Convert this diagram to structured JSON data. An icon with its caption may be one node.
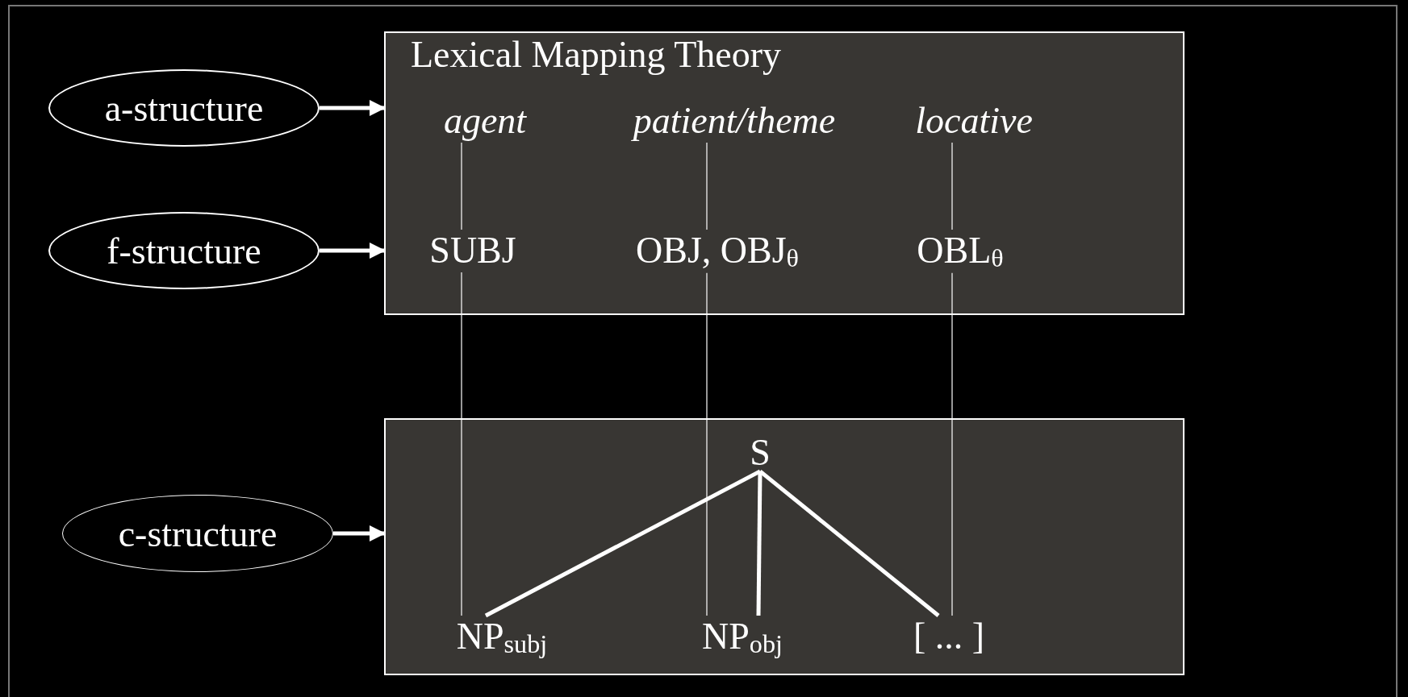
{
  "diagram": {
    "nodes": [
      {
        "text": [
          "a-structure"
        ]
      },
      {
        "text": [
          "f-structure"
        ]
      },
      {
        "text": [
          "c-structure"
        ]
      },
      {
        "text": [
          "Lexical Mapping Theory"
        ]
      },
      {
        "text": [
          "agent"
        ],
        "in": 3
      },
      {
        "text": [
          "patient/theme"
        ],
        "in": 3
      },
      {
        "text": [
          "locative"
        ],
        "in": 3
      },
      {
        "text": [
          "SUBJ"
        ],
        "in": 3
      },
      {
        "text": [
          "OBJ, OBJ$_{θ}$"
        ],
        "in": 3
      },
      {
        "text": [
          "OBL$_{θ}$"
        ],
        "in": 3
      },
      {
        "text": [],
        "shape": "box"
      },
      {
        "text": [
          "S"
        ],
        "in": 10
      },
      {
        "text": [
          "NP$_{subj}$"
        ],
        "in": 10
      },
      {
        "text": [
          "NP$_{obj}$"
        ],
        "in": 10
      },
      {
        "text": [
          "[ ... ]"
        ],
        "in": 10
      }
    ],
    "edges": [
      {
        "from": 0,
        "to": 3,
        "arrow": "to",
        "style": "thick"
      },
      {
        "from": 1,
        "to": 3,
        "arrow": "to",
        "style": "thick"
      },
      {
        "from": 2,
        "to": 10,
        "arrow": "to",
        "style": "thick"
      },
      {
        "from": 4,
        "to": 7,
        "arrow": "none"
      },
      {
        "from": 5,
        "to": 8,
        "arrow": "none"
      },
      {
        "from": 6,
        "to": 9,
        "arrow": "none"
      },
      {
        "from": 7,
        "to": 12,
        "arrow": "none"
      },
      {
        "from": 8,
        "to": 13,
        "arrow": "none"
      },
      {
        "from": 9,
        "to": 14,
        "arrow": "none"
      },
      {
        "from": 11,
        "to": 12,
        "arrow": "none",
        "style": "thick"
      },
      {
        "from": 11,
        "to": 13,
        "arrow": "none",
        "style": "thick"
      },
      {
        "from": 11,
        "to": 14,
        "arrow": "none",
        "style": "thick"
      }
    ]
  }
}
